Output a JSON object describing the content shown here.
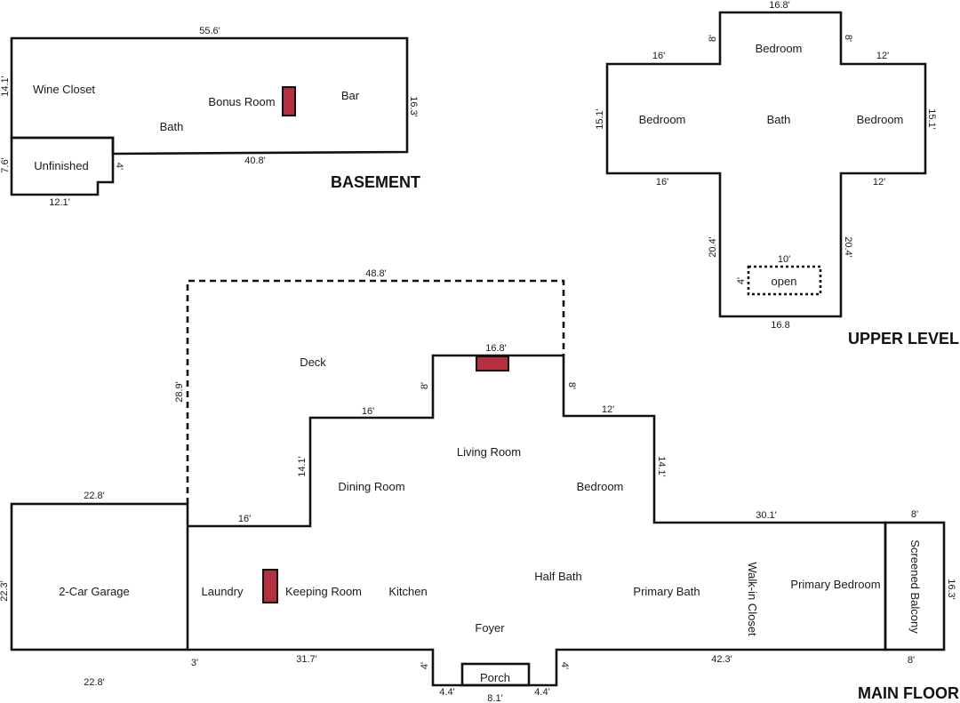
{
  "levels": {
    "basement": {
      "title": "BASEMENT",
      "rooms": {
        "wine_closet": "Wine Closet",
        "bonus_room": "Bonus Room",
        "bar": "Bar",
        "bath": "Bath",
        "unfinished": "Unfinished"
      },
      "dims": {
        "top": "55.6'",
        "left": "14.1'",
        "right": "16.3'",
        "bottom": "40.8'",
        "unfinished_left": "7.6'",
        "unfinished_step": "4'",
        "unfinished_bottom": "12.1'"
      }
    },
    "upper": {
      "title": "UPPER LEVEL",
      "rooms": {
        "bedroom_top": "Bedroom",
        "bedroom_left": "Bedroom",
        "bath": "Bath",
        "bedroom_right": "Bedroom",
        "open": "open"
      },
      "dims": {
        "top": "16.8'",
        "top_left_side": "8'",
        "top_right_side": "8'",
        "left_arm_top": "16'",
        "right_arm_top": "12'",
        "left_side": "15.1'",
        "right_side": "15.1'",
        "left_arm_bottom": "16'",
        "right_arm_bottom": "12'",
        "stem_left": "20.4'",
        "stem_right": "20.4'",
        "open_width": "10'",
        "open_depth": "4'",
        "bottom": "16.8"
      }
    },
    "main": {
      "title": "MAIN FLOOR",
      "rooms": {
        "deck": "Deck",
        "living_room": "Living Room",
        "dining_room": "Dining Room",
        "bedroom": "Bedroom",
        "garage": "2-Car Garage",
        "laundry": "Laundry",
        "keeping_room": "Keeping Room",
        "kitchen": "Kitchen",
        "half_bath": "Half Bath",
        "foyer": "Foyer",
        "primary_bath": "Primary Bath",
        "walk_in_closet": "Walk-in Closet",
        "primary_bedroom": "Primary Bedroom",
        "screened_balcony": "Screened Balcony",
        "porch": "Porch"
      },
      "dims": {
        "deck_top": "48.8'",
        "deck_left": "28.9'",
        "living_top": "16.8'",
        "living_left_step": "8'",
        "living_right_step": "8'",
        "dining_top": "16'",
        "bedroom_top": "12'",
        "dining_left": "14.1'",
        "bedroom_right": "14.1'",
        "garage_top": "22.8'",
        "garage_left": "22.3'",
        "garage_bottom": "22.8'",
        "laundry_top": "16'",
        "primary_top": "30.1'",
        "balcony_top": "8'",
        "balcony_right": "16.3'",
        "balcony_bottom": "8'",
        "garage_offset": "3'",
        "front_left": "31.7'",
        "front_right": "42.3'",
        "porch_left_step": "4'",
        "porch_right_step": "4'",
        "porch_left": "4.4'",
        "porch_width": "8.1'",
        "porch_right": "4.4'"
      }
    }
  }
}
